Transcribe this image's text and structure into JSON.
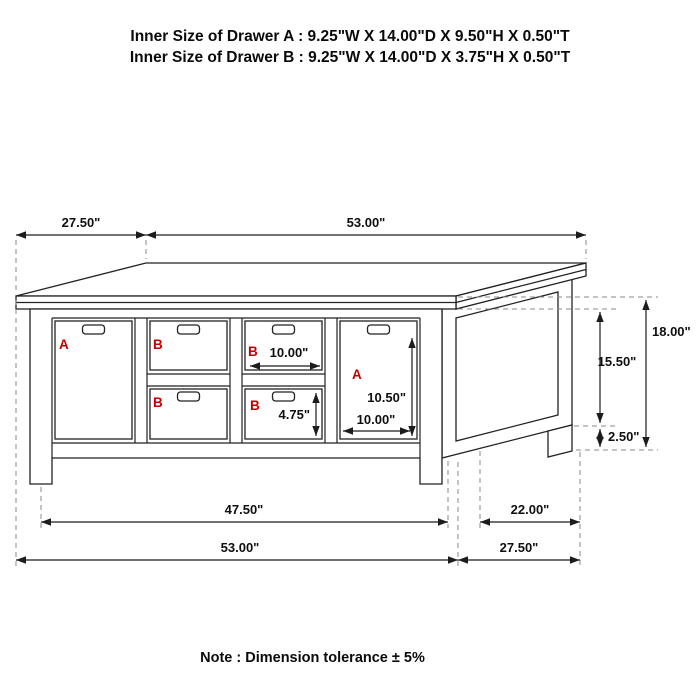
{
  "header": {
    "line_a": "Inner Size of Drawer A : 9.25\"W X 14.00\"D X 9.50\"H X 0.50\"T",
    "line_b": "Inner Size of Drawer B : 9.25\"W X 14.00\"D X 3.75\"H X 0.50\"T"
  },
  "note": "Note : Dimension tolerance ± 5%",
  "colors": {
    "line": "#222222",
    "label_red": "#c40000",
    "background": "#ffffff"
  },
  "drawer_labels": {
    "a_left": "A",
    "b_top_left": "B",
    "b_top_right": "B",
    "a_right": "A",
    "b_bottom_left": "B",
    "b_bottom_right": "B"
  },
  "dimensions": {
    "top_depth": "27.50\"",
    "top_width": "53.00\"",
    "overall_height": "18.00\"",
    "case_height": "15.50\"",
    "leg_height": "2.50\"",
    "drawer_b_opening_width": "10.00\"",
    "drawer_b_opening_height": "4.75\"",
    "drawer_a_opening_height": "10.50\"",
    "drawer_a_opening_width": "10.00\"",
    "front_inner_width": "47.50\"",
    "side_inner_depth": "22.00\"",
    "bottom_width": "53.00\"",
    "bottom_depth": "27.50\""
  }
}
